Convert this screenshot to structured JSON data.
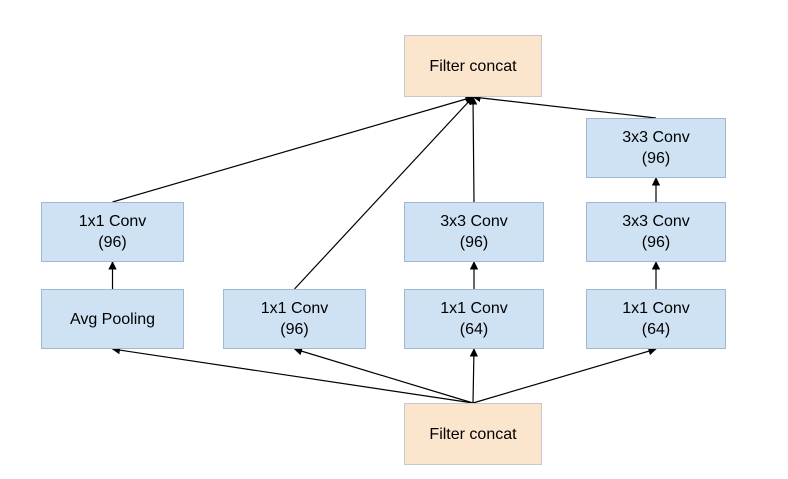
{
  "colors": {
    "conv_fill": "#cfe2f3",
    "concat_fill": "#fce5cd",
    "edge": "#000000"
  },
  "nodes": {
    "filter_concat_top": {
      "lines": [
        "Filter concat"
      ]
    },
    "filter_concat_bottom": {
      "lines": [
        "Filter concat"
      ]
    },
    "branch1_conv1x1": {
      "lines": [
        "1x1 Conv",
        "(96)"
      ]
    },
    "branch1_avg_pool": {
      "lines": [
        "Avg Pooling"
      ]
    },
    "branch2_conv1x1": {
      "lines": [
        "1x1 Conv",
        "(96)"
      ]
    },
    "branch3_conv3x3": {
      "lines": [
        "3x3 Conv",
        "(96)"
      ]
    },
    "branch3_conv1x1": {
      "lines": [
        "1x1 Conv",
        "(64)"
      ]
    },
    "branch4_conv3x3_top": {
      "lines": [
        "3x3 Conv",
        "(96)"
      ]
    },
    "branch4_conv3x3_mid": {
      "lines": [
        "3x3 Conv",
        "(96)"
      ]
    },
    "branch4_conv1x1": {
      "lines": [
        "1x1 Conv",
        "(64)"
      ]
    }
  },
  "edges": [
    {
      "from": "filter_concat_bottom",
      "to": "branch1_avg_pool"
    },
    {
      "from": "filter_concat_bottom",
      "to": "branch2_conv1x1"
    },
    {
      "from": "filter_concat_bottom",
      "to": "branch3_conv1x1"
    },
    {
      "from": "filter_concat_bottom",
      "to": "branch4_conv1x1"
    },
    {
      "from": "branch1_avg_pool",
      "to": "branch1_conv1x1"
    },
    {
      "from": "branch3_conv1x1",
      "to": "branch3_conv3x3"
    },
    {
      "from": "branch4_conv1x1",
      "to": "branch4_conv3x3_mid"
    },
    {
      "from": "branch4_conv3x3_mid",
      "to": "branch4_conv3x3_top"
    },
    {
      "from": "branch1_conv1x1",
      "to": "filter_concat_top"
    },
    {
      "from": "branch2_conv1x1",
      "to": "filter_concat_top"
    },
    {
      "from": "branch3_conv3x3",
      "to": "filter_concat_top"
    },
    {
      "from": "branch4_conv3x3_top",
      "to": "filter_concat_top"
    }
  ]
}
